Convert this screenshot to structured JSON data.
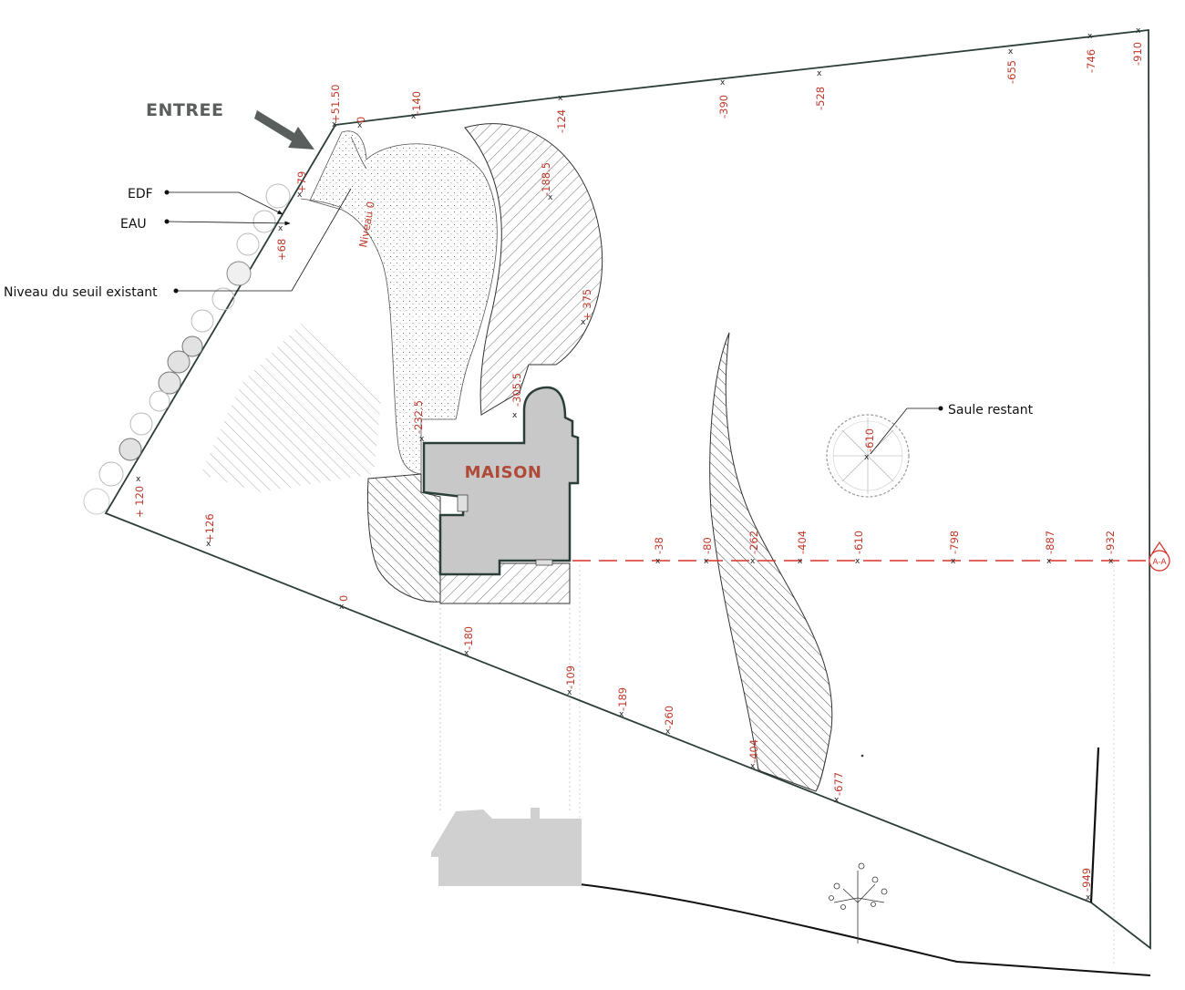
{
  "labels": {
    "entree": "ENTREE",
    "edf": "EDF",
    "eau": "EAU",
    "niveau_seuil": "Niveau du seuil existant",
    "saule": "Saule restant",
    "maison": "MAISON",
    "niveau_zero": "Niveau 0",
    "section": "A-A"
  },
  "elevations": {
    "e1": "+51.50",
    "e2": "0",
    "e3": "-140",
    "e4": "-124",
    "e5": "-390",
    "e6": "-528",
    "e7": "-655",
    "e8": "-746",
    "e9": "-910",
    "e10": "+79",
    "e11": "+68",
    "e12": "-188.5",
    "e13": "+ 375",
    "e14": "-305.5",
    "e15": "-232.5",
    "e16": "-610",
    "e17": "+ 120",
    "e18": "+126",
    "e19": "0",
    "e20": "-180",
    "e21": "-109",
    "e22": "-189",
    "e23": "-260",
    "e24": "-404",
    "e25": "-677",
    "e26": "-949",
    "e27": "-38",
    "e28": "-80",
    "e29": "-262",
    "e30": "-404",
    "e31": "-610",
    "e32": "-798",
    "e33": "-887",
    "e34": "-932"
  },
  "colors": {
    "boundary": "#2c3e3a",
    "elevation_text": "#c0392b",
    "section_line": "#d9342b",
    "house_fill": "#c8c8c8",
    "neighbor_fill": "#d0d0d0"
  }
}
